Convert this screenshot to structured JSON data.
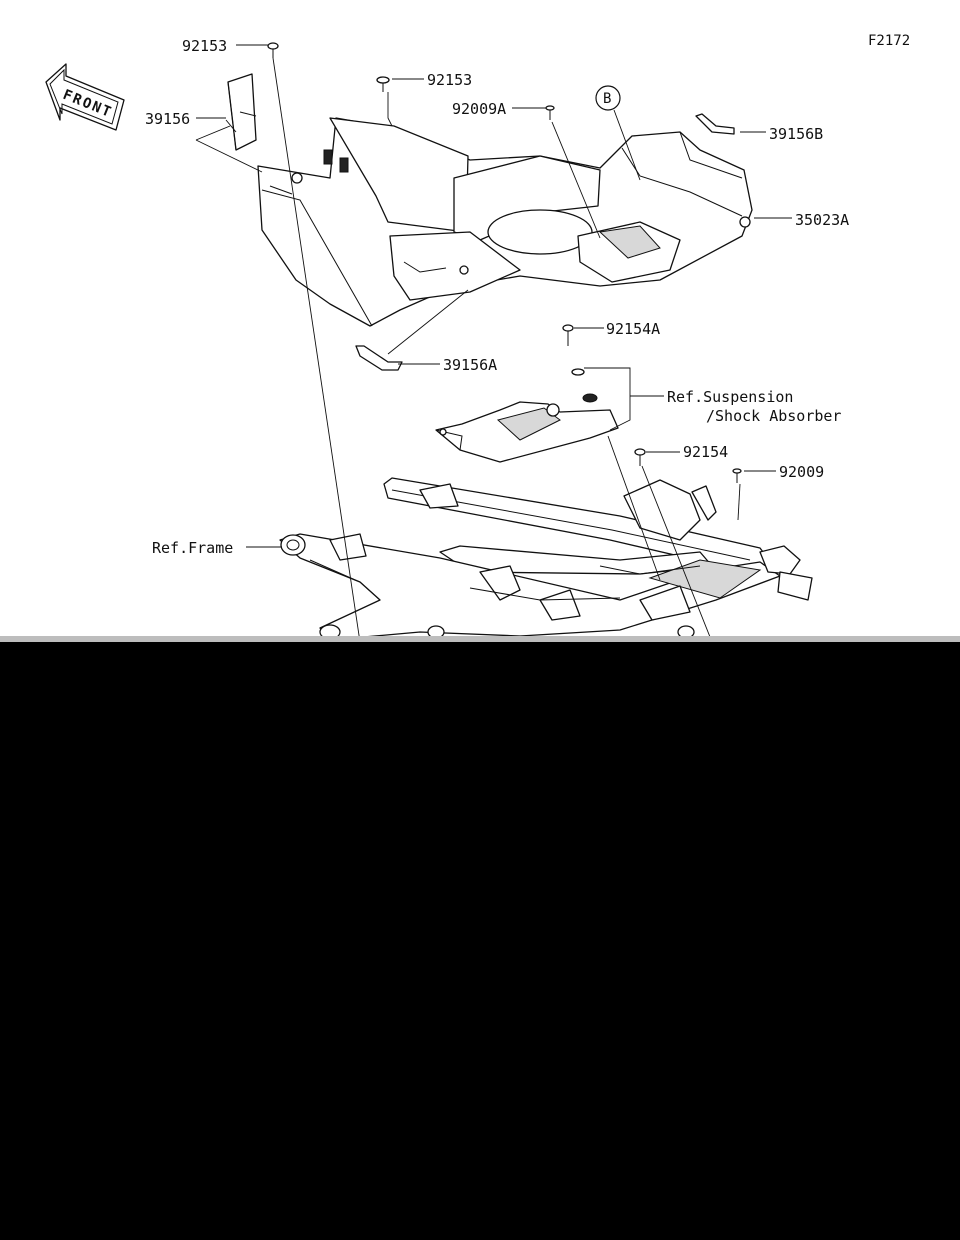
{
  "figure_id": "F2172",
  "front_label": "FRONT",
  "labels": {
    "p92153_top": "92153",
    "p92153_mid": "92153",
    "p39156": "39156",
    "p92009A": "92009A",
    "callout_b": "B",
    "p39156B": "39156B",
    "p35023A": "35023A",
    "p92154A": "92154A",
    "p39156A": "39156A",
    "ref_suspension_line1": "Ref.Suspension",
    "ref_suspension_line2": "/Shock Absorber",
    "p92154": "92154",
    "p92009": "92009",
    "ref_frame": "Ref.Frame"
  }
}
